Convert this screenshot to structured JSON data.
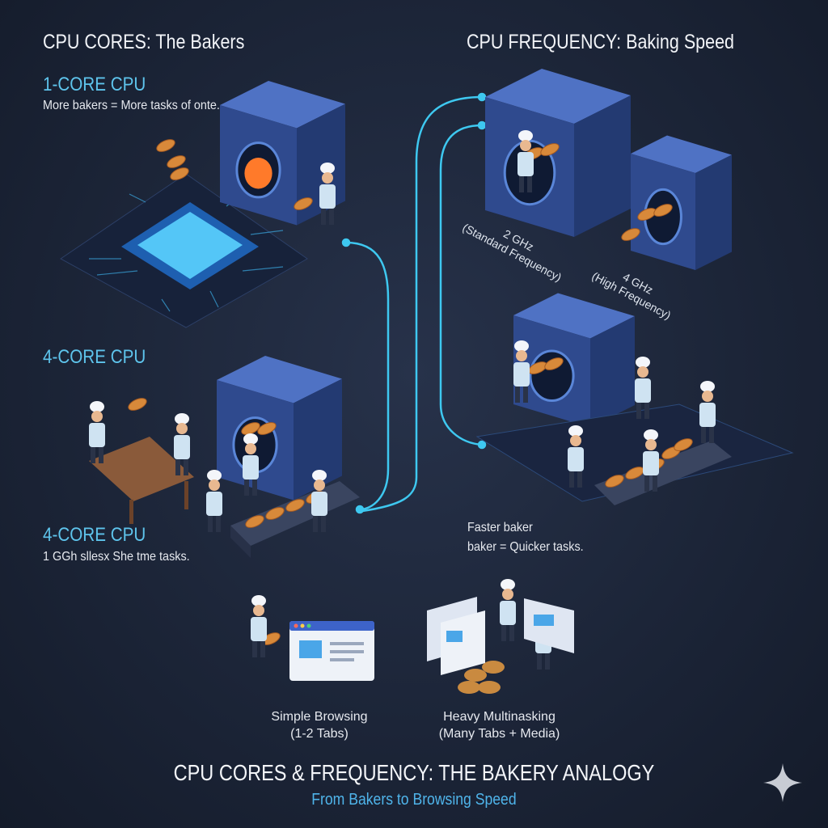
{
  "headers": {
    "left": "CPU CORES: The Bakers",
    "right": "CPU FREQUENCY: Baking Speed"
  },
  "cores": {
    "one_core_label": "1-CORE CPU",
    "one_core_desc": "More bakers = More tasks of onte.",
    "four_core_label_a": "4-CORE CPU",
    "four_core_label_b": "4-CORE CPU",
    "four_core_desc": "1 GGh sllesx She tme tasks."
  },
  "frequency": {
    "standard_value": "2 GHz",
    "standard_desc": "(Standard Frequency)",
    "high_value": "4 GHz",
    "high_desc": "(High Frequency)",
    "faster_line1": "Faster baker",
    "faster_line2": "baker = Quicker tasks."
  },
  "usage": {
    "simple_line1": "Simple Browsing",
    "simple_line2": "(1-2 Tabs)",
    "heavy_line1": "Heavy Multinasking",
    "heavy_line2": "(Many Tabs + Media)"
  },
  "footer": {
    "title": "CPU CORES & FREQUENCY: THE BAKERY ANALOGY",
    "subtitle": "From Bakers to Browsing Speed"
  },
  "colors": {
    "background": "#1c2538",
    "accent": "#5ec4ec",
    "connector": "#3ec8f0",
    "oven_top": "#4f72c4",
    "bread": "#d8893a"
  }
}
